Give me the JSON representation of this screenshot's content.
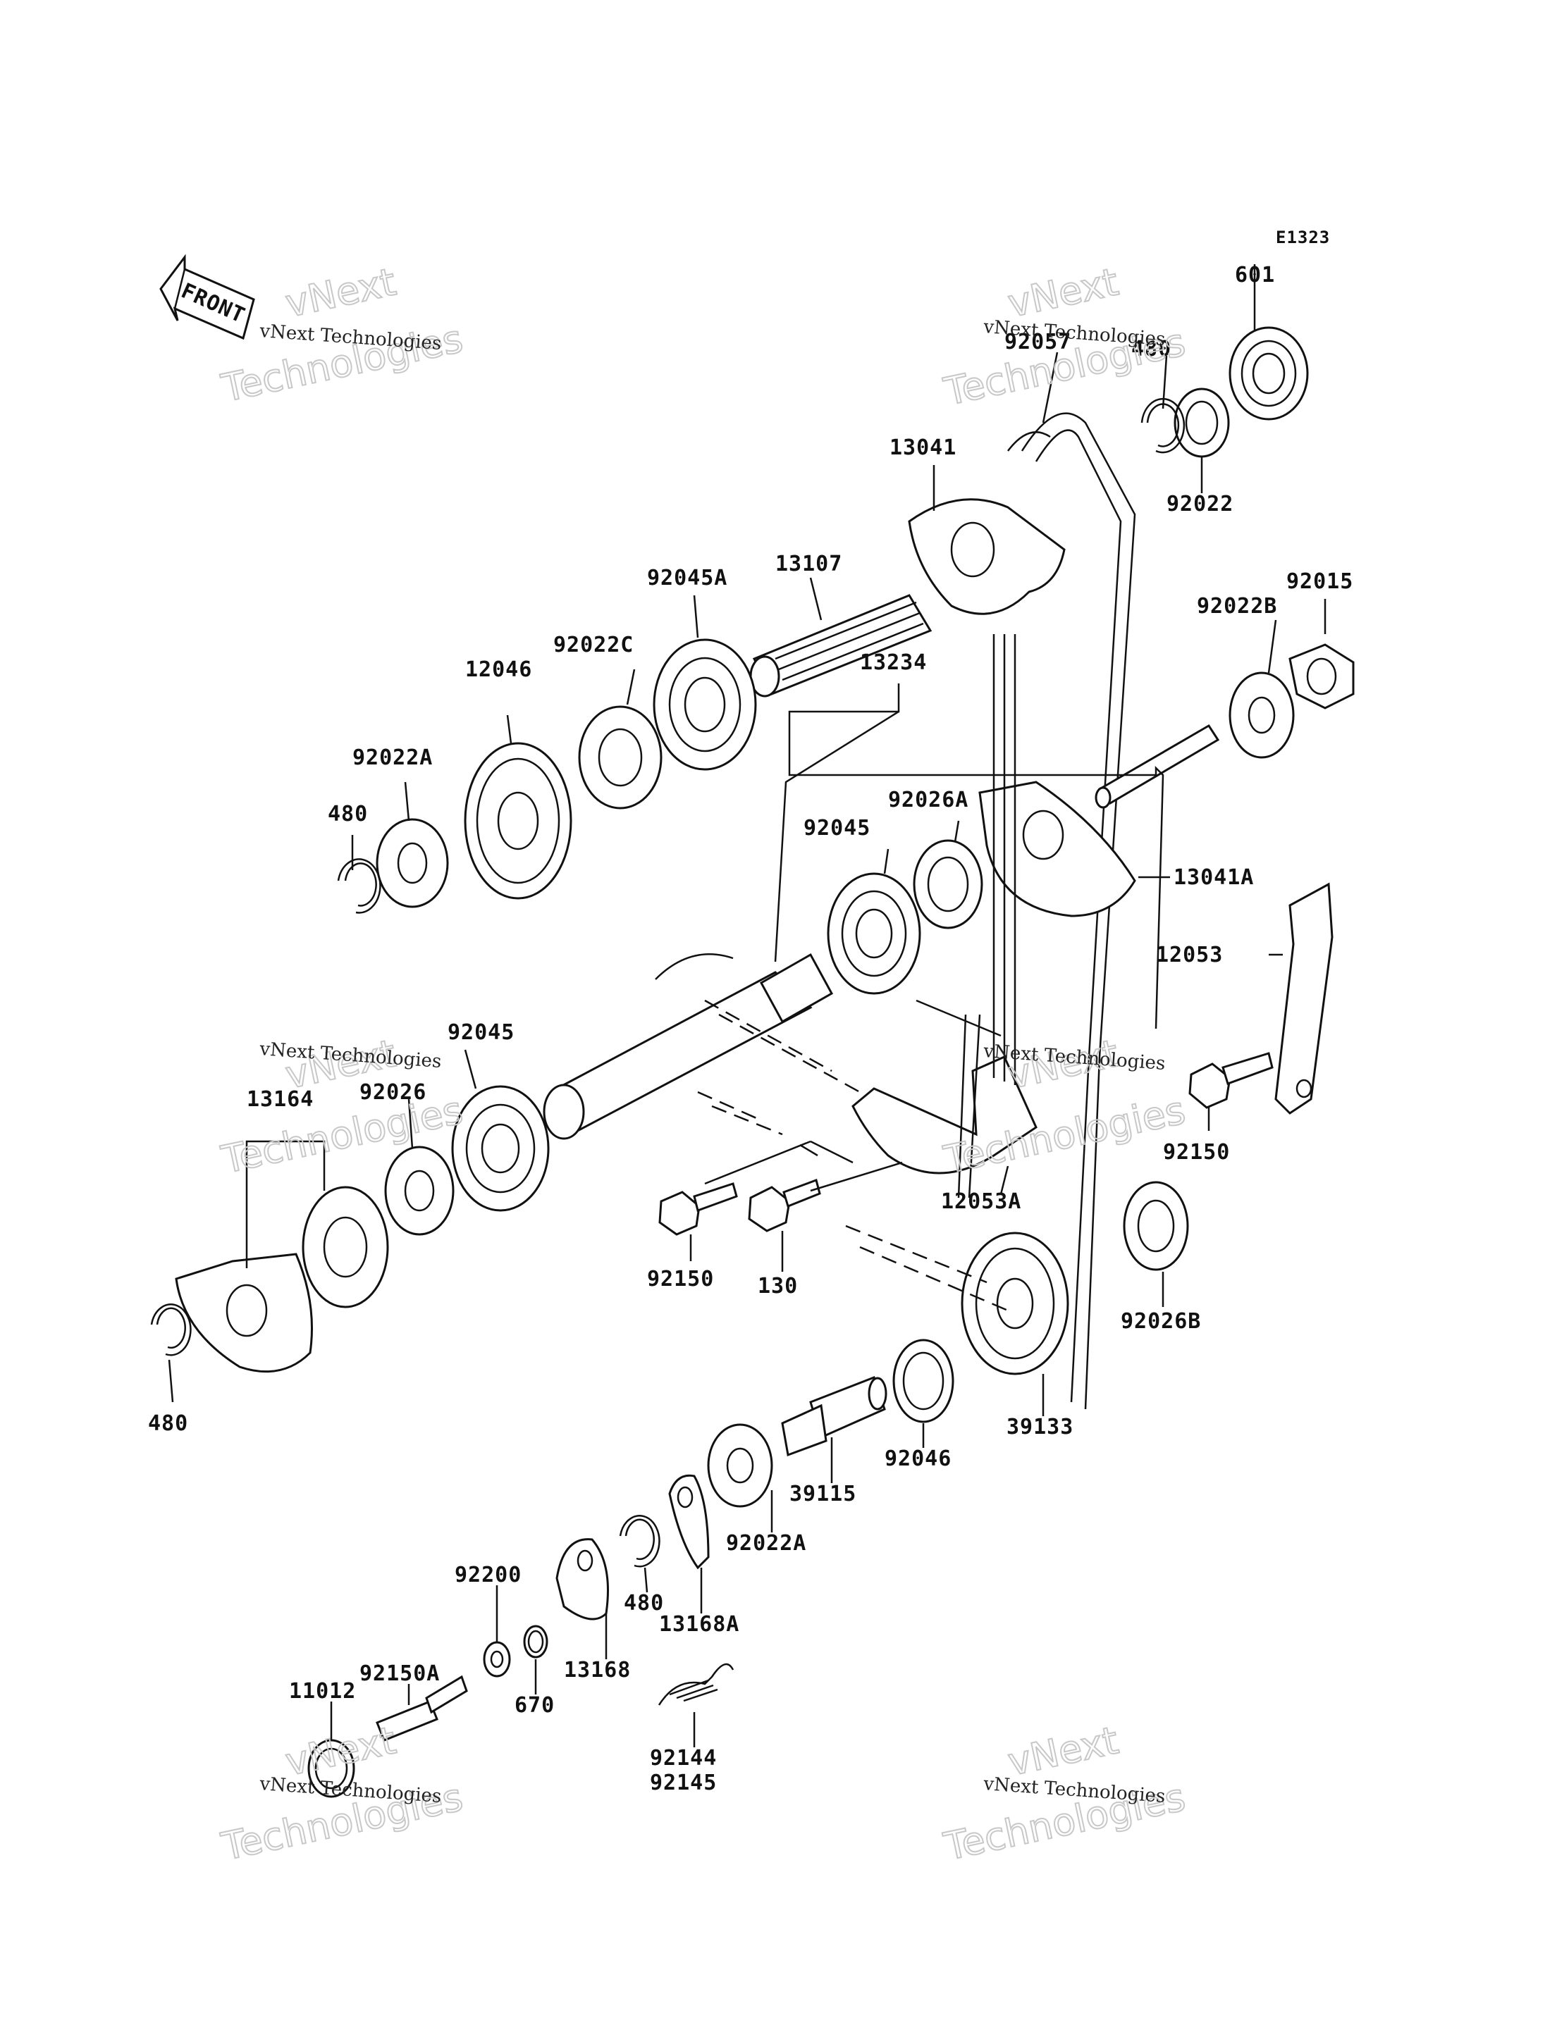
{
  "diagram_code": "E1323",
  "front_label": "FRONT",
  "watermark": {
    "line1": "vNext Technologies",
    "line2_a": "vNext",
    "line2_b": "Technologies"
  },
  "parts": {
    "p601": "601",
    "p92057": "92057",
    "p480_top": "480",
    "p92022": "92022",
    "p13041": "13041",
    "p13107": "13107",
    "p92045A": "92045A",
    "p92022C": "92022C",
    "p12046": "12046",
    "p92022A_top": "92022A",
    "p480_left": "480",
    "p13234": "13234",
    "p92015": "92015",
    "p92022B": "92022B",
    "p92026A": "92026A",
    "p92045_mid": "92045",
    "p13041A": "13041A",
    "p12053": "12053",
    "p92045_low": "92045",
    "p13164": "13164",
    "p92026": "92026",
    "p92150_right": "92150",
    "p12053A": "12053A",
    "p92150_mid": "92150",
    "p130": "130",
    "p480_bottom": "480",
    "p92026B": "92026B",
    "p39133": "39133",
    "p92046": "92046",
    "p39115": "39115",
    "p92022A_low": "92022A",
    "p480_low": "480",
    "p13168A": "13168A",
    "p92200": "92200",
    "p92150A": "92150A",
    "p13168": "13168",
    "p670": "670",
    "p11012": "11012",
    "p92144": "92144",
    "p92145": "92145"
  }
}
